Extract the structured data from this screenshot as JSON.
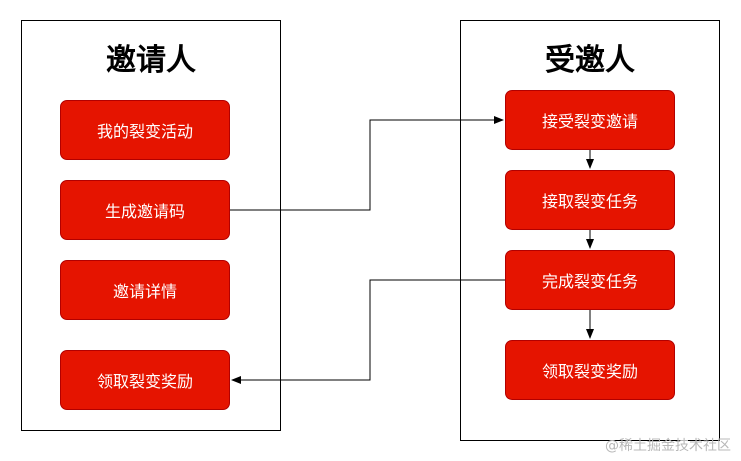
{
  "inviter": {
    "title": "邀请人",
    "steps": [
      "我的裂变活动",
      "生成邀请码",
      "邀请详情",
      "领取裂变奖励"
    ]
  },
  "invitee": {
    "title": "受邀人",
    "steps": [
      "接受裂变邀请",
      "接取裂变任务",
      "完成裂变任务",
      "领取裂变奖励"
    ]
  },
  "watermark": "@稀土掘金技术社区"
}
